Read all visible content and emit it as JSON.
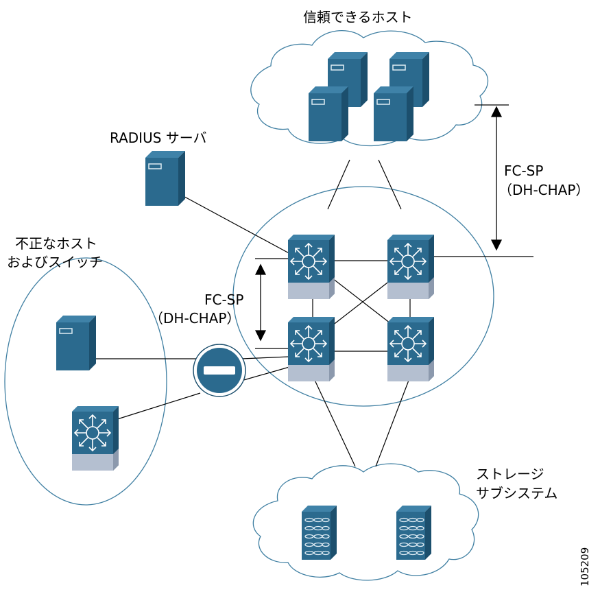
{
  "labels": {
    "trusted_hosts": "信頼できるホスト",
    "radius_server": "RADIUS サーバ",
    "fcsp_right_line1": "FC-SP",
    "fcsp_right_line2": "（DH-CHAP）",
    "rogue_line1": "不正なホスト",
    "rogue_line2": "およびスイッチ",
    "fcsp_left_line1": "FC-SP",
    "fcsp_left_line2": "（DH-CHAP）",
    "storage_line1": "ストレージ",
    "storage_line2": "サブシステム",
    "figure_id": "105209"
  },
  "colors": {
    "device_fill": "#2b6a8e",
    "device_top": "#3f82a8",
    "device_side": "#1c4f6d",
    "switch_base": "#b4bfd0",
    "cloud_stroke": "#3f7fa2",
    "line": "#000000"
  }
}
